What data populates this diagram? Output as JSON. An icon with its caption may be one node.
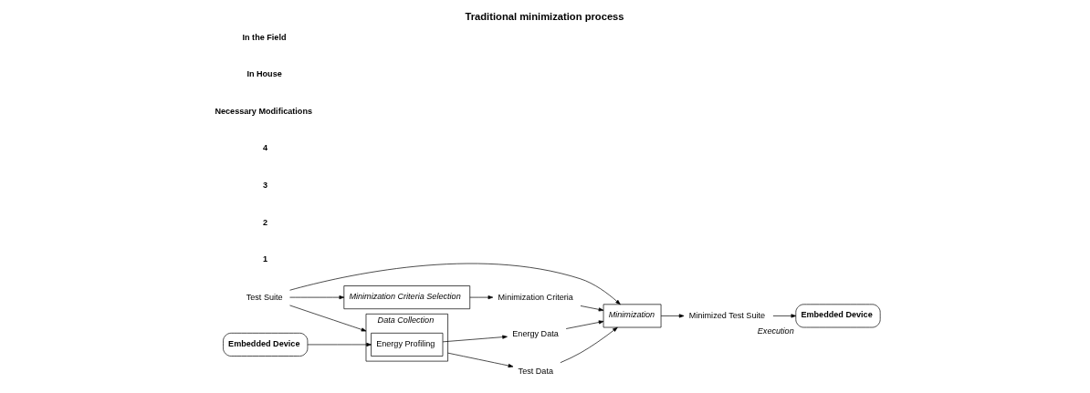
{
  "diagram": {
    "title": "Traditional minimization process",
    "nodes": [
      {
        "text": [
          "Test Suite"
        ]
      },
      {
        "text": [
          "Minimization Criteria Selection"
        ]
      },
      {
        "text": [
          "Minimization Criteria"
        ]
      },
      {
        "text": [
          "Data Collection"
        ]
      },
      {
        "text": [
          "Energy Profiling"
        ],
        "in": 3
      },
      {
        "text": [
          "Test Data"
        ]
      },
      {
        "text": [
          "Minimization"
        ]
      },
      {
        "text": [
          "Minimized Test Suite"
        ]
      },
      {
        "text": [
          "Embedded Device"
        ]
      },
      {
        "text": [
          "Energy Data"
        ]
      },
      {
        "text": [
          "Embedded Device"
        ],
        "beside": [
          "Execution"
        ]
      }
    ],
    "edges": [
      {
        "from": 0,
        "to": 1,
        "arrow": "to"
      },
      {
        "from": 0,
        "to": 3,
        "arrow": "to"
      },
      {
        "from": 0,
        "to": 6,
        "arrow": "to"
      },
      {
        "from": 1,
        "to": 2,
        "arrow": "to"
      },
      {
        "from": 2,
        "to": 6,
        "arrow": "to"
      },
      {
        "from": 3,
        "to": 5,
        "arrow": "to"
      },
      {
        "from": 5,
        "to": 6,
        "arrow": "to"
      },
      {
        "from": 8,
        "to": 4,
        "arrow": "to"
      },
      {
        "from": 4,
        "to": 9,
        "arrow": "to"
      },
      {
        "from": 9,
        "to": 6,
        "arrow": "to"
      },
      {
        "from": 6,
        "to": 7,
        "arrow": "to"
      },
      {
        "from": 7,
        "to": 10,
        "arrow": "to"
      }
    ],
    "labels": [
      "1",
      "2",
      "3",
      "4",
      "Necessary Modifications",
      "In House",
      "In the Field"
    ]
  }
}
